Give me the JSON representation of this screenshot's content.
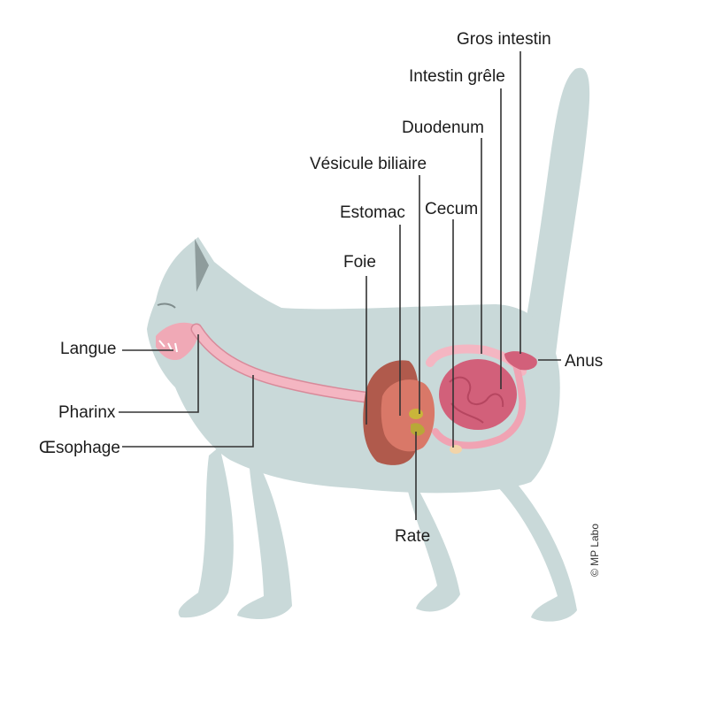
{
  "colors": {
    "background": "#ffffff",
    "cat_body": "#c9d9d9",
    "cat_ear_inner": "#8e9c9c",
    "tract_pink": "#f4b6c2",
    "tract_outline": "#d88a9a",
    "liver": "#b05a4c",
    "stomach": "#d97868",
    "gallbladder": "#c9b53a",
    "intestine": "#d2607a",
    "leader_lines": "#333333",
    "label_text": "#1c1c1c"
  },
  "labels": {
    "gros_intestin": "Gros intestin",
    "intestin_grele": "Intestin grêle",
    "duodenum": "Duodenum",
    "vesicule_biliaire": "Vésicule biliaire",
    "estomac": "Estomac",
    "cecum": "Cecum",
    "foie": "Foie",
    "langue": "Langue",
    "pharinx": "Pharinx",
    "oesophage": "Œsophage",
    "rate": "Rate",
    "anus": "Anus"
  },
  "copyright": "© MP Labo"
}
